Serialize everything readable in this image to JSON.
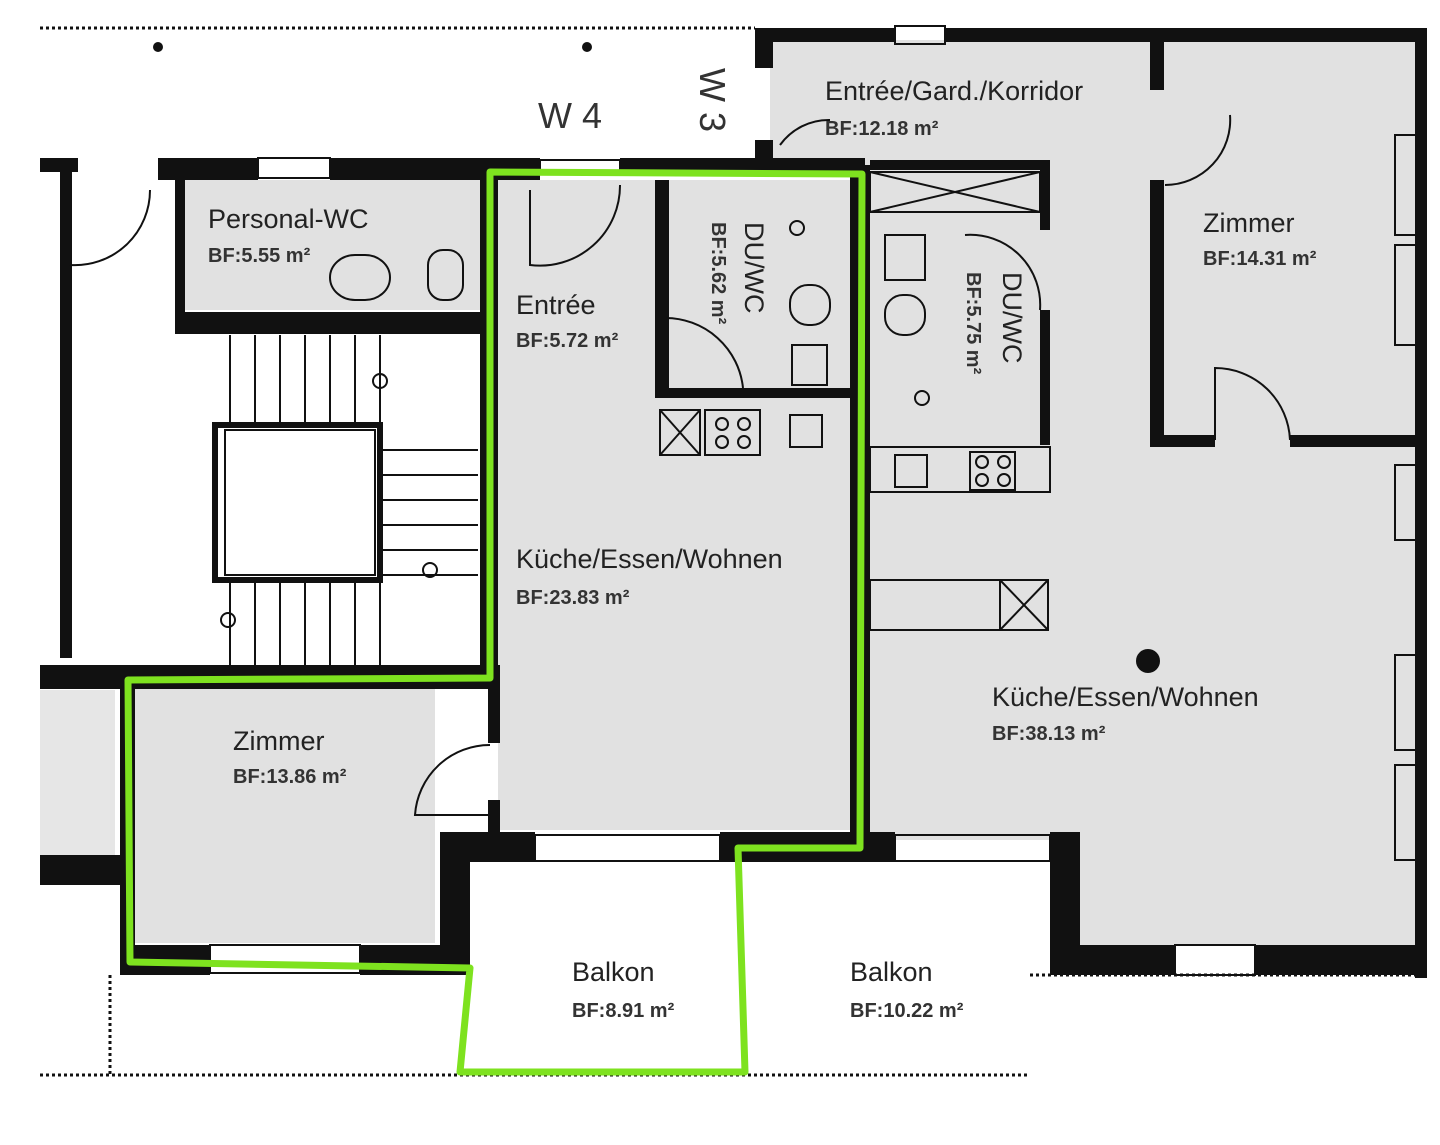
{
  "plan": {
    "highlight_color": "#7ee21f",
    "stair_labels": [
      "W 4",
      "W 3"
    ],
    "rooms": [
      {
        "name": "Entrée/Gard./Korridor",
        "area": "BF:12.18 m²"
      },
      {
        "name": "Zimmer",
        "area": "BF:14.31 m²"
      },
      {
        "name": "Personal-WC",
        "area": "BF:5.55 m²"
      },
      {
        "name": "Entrée",
        "area": "BF:5.72 m²"
      },
      {
        "name": "DU/WC",
        "area": "BF:5.62 m²"
      },
      {
        "name": "DU/WC",
        "area": "BF:5.75 m²"
      },
      {
        "name": "Küche/Essen/Wohnen",
        "area": "BF:23.83 m²"
      },
      {
        "name": "Küche/Essen/Wohnen",
        "area": "BF:38.13 m²"
      },
      {
        "name": "Zimmer",
        "area": "BF:13.86 m²"
      },
      {
        "name": "Balkon",
        "area": "BF:8.91 m²"
      },
      {
        "name": "Balkon",
        "area": "BF:10.22 m²"
      }
    ]
  }
}
